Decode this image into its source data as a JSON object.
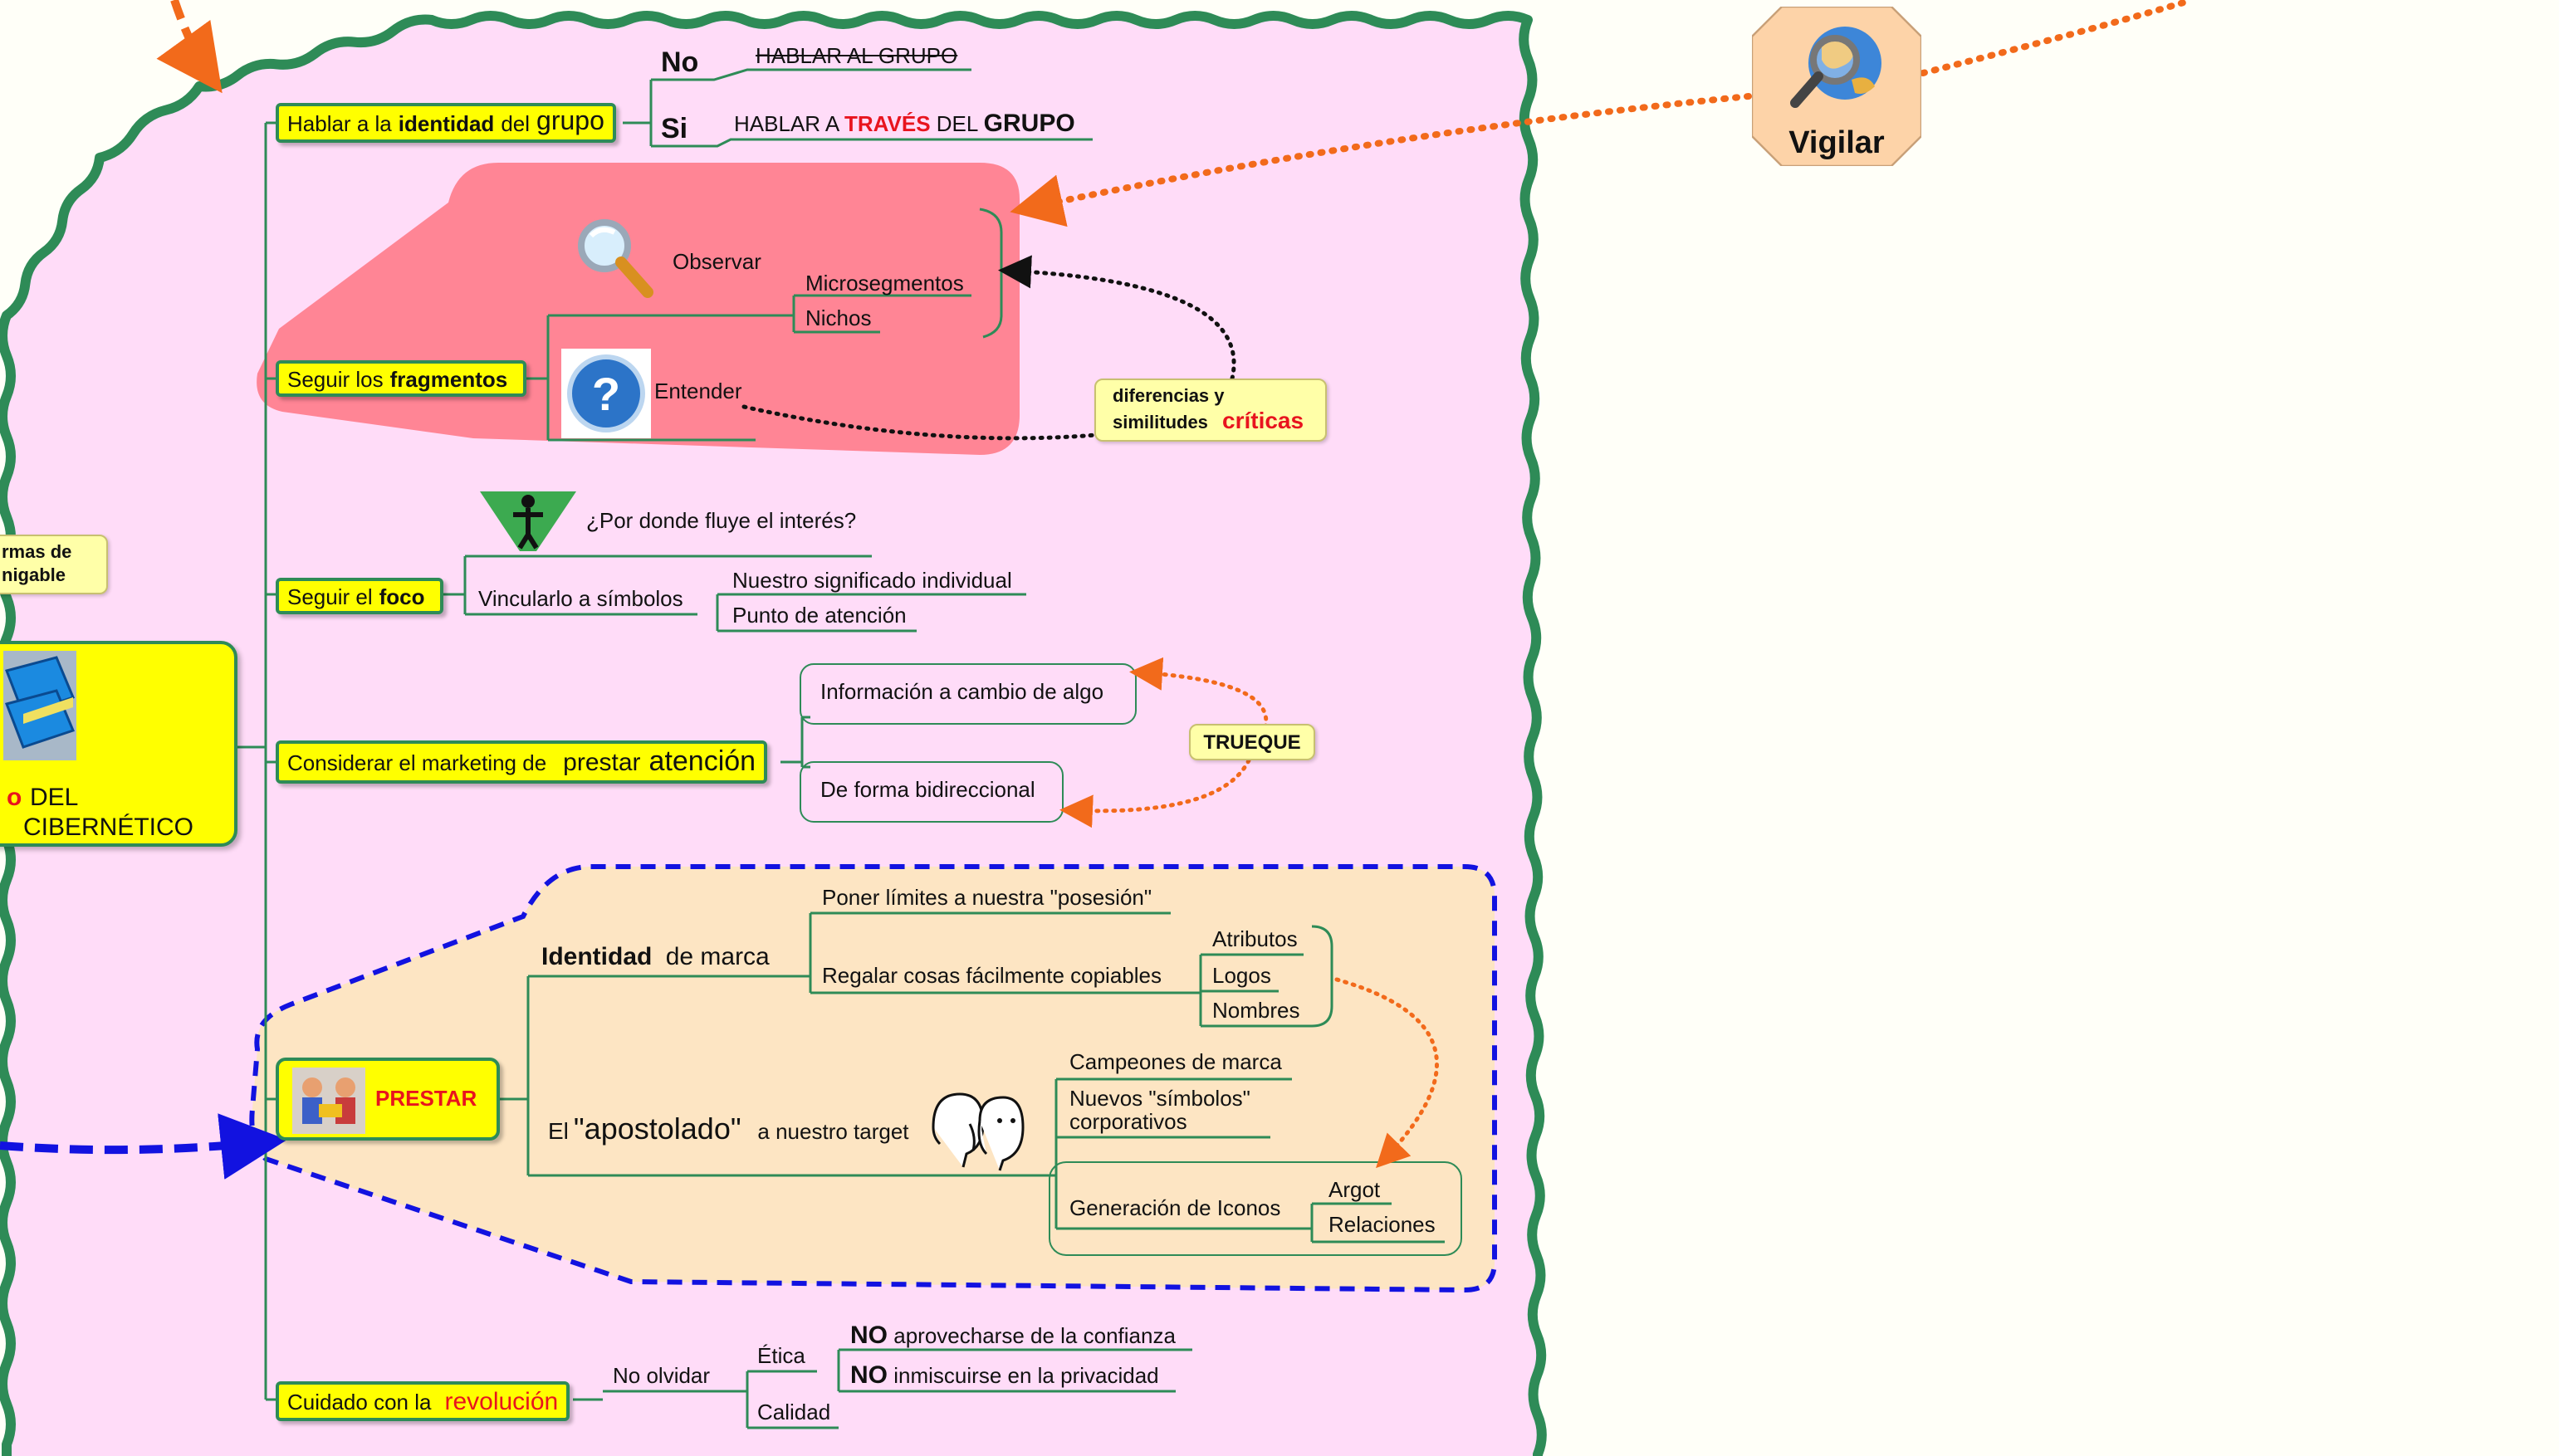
{
  "colors": {
    "cloud_fill": "#ffdcf8",
    "cloud_border": "#2e8b57",
    "topic_fill": "#ffff00",
    "red_zone": "#ff7f8f",
    "orange_zone": "#fde5c3",
    "dashed_blue": "#1212e0",
    "dotted_orange": "#f26a1b",
    "accent_red": "#e8141e"
  },
  "vigilar": {
    "label": "Vigilar",
    "icon": "globe-magnifier-icon"
  },
  "left_partial": {
    "note_line1": "rmas de",
    "note_line2": "nigable",
    "central_line1": "DEL",
    "central_line2": "CIBERNÉTICO",
    "central_icon": "book-stack-icon"
  },
  "grupo": {
    "prefix": "Hablar a la",
    "bold": "identidad",
    "mid": "del",
    "big": "grupo",
    "no_label": "No",
    "no_text": "HABLAR AL GRUPO",
    "si_label": "Si",
    "si_text_a": "HABLAR A",
    "si_text_red": "TRAVÉS",
    "si_text_b": "DEL",
    "si_text_big": "GRUPO"
  },
  "fragmentos": {
    "prefix": "Seguir los",
    "bold": "fragmentos",
    "observar": "Observar",
    "observar_icon": "magnifier-icon",
    "entender": "Entender",
    "entender_icon": "question-icon",
    "microsegmentos": "Microsegmentos",
    "nichos": "Nichos",
    "note_line1": "diferencias y",
    "note_line2": "similitudes",
    "note_red": "críticas"
  },
  "foco": {
    "prefix": "Seguir el",
    "bold": "foco",
    "question": "¿Por donde fluye el interés?",
    "question_icon": "person-funnel-icon",
    "vincular": "Vincularlo a símbolos",
    "significado": "Nuestro significado individual",
    "punto": "Punto de atención"
  },
  "atencion": {
    "prefix": "Considerar el marketing de",
    "mid": "prestar",
    "big": "atención",
    "info": "Información a cambio de algo",
    "bidir": "De forma bidireccional",
    "trueque": "TRUEQUE"
  },
  "prestar": {
    "label": "PRESTAR",
    "icon": "people-sharing-icon",
    "identidad_bold": "Identidad",
    "identidad_rest": "de marca",
    "limites": "Poner límites a nuestra \"posesión\"",
    "regalar": "Regalar cosas fácilmente copiables",
    "atributos": "Atributos",
    "logos": "Logos",
    "nombres": "Nombres",
    "apost_a": "El",
    "apost_big": "\"apostolado\"",
    "apost_b": "a nuestro target",
    "apost_icon": "whispering-heads-icon",
    "campeones": "Campeones de marca",
    "nuevos_1": "Nuevos \"símbolos\"",
    "nuevos_2": "corporativos",
    "generacion": "Generación de Iconos",
    "argot": "Argot",
    "relaciones": "Relaciones"
  },
  "revolucion": {
    "prefix": "Cuidado con la",
    "red": "revolución",
    "olvidar": "No olvidar",
    "etica": "Ética",
    "calidad": "Calidad",
    "no1_bold": "NO",
    "no1_rest": "aprovecharse de la confianza",
    "no2_bold": "NO",
    "no2_rest": "inmiscuirse en la privacidad"
  }
}
